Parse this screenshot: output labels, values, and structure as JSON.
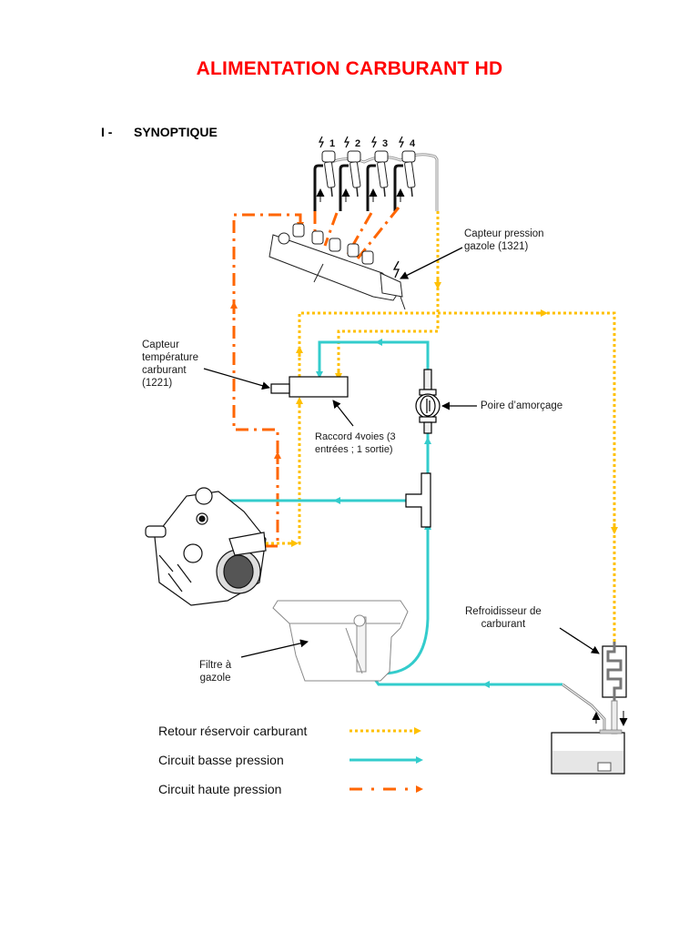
{
  "document": {
    "title": "ALIMENTATION CARBURANT HD",
    "section": {
      "number": "I -",
      "title": "SYNOPTIQUE"
    }
  },
  "colors": {
    "title": "#ff0000",
    "return_line": "#ffc000",
    "low_pressure": "#33cccc",
    "high_pressure": "#ff6600",
    "outline": "#000000"
  },
  "components": {
    "injectors": [
      {
        "number": "1",
        "icon": "lightning-icon"
      },
      {
        "number": "2",
        "icon": "lightning-icon"
      },
      {
        "number": "3",
        "icon": "lightning-icon"
      },
      {
        "number": "4",
        "icon": "lightning-icon"
      }
    ],
    "pressure_sensor": {
      "line1": "Capteur   pression",
      "line2": "gazole (1321)"
    },
    "temperature_sensor": {
      "line1": "Capteur",
      "line2": "température",
      "line3": "carburant",
      "line4": "(1221)"
    },
    "four_way_union": {
      "line1": "Raccord  4voies (3",
      "line2": "entrées ; 1 sortie)"
    },
    "priming_bulb": {
      "label": "Poire d’amorçage"
    },
    "fuel_cooler": {
      "line1": "Refroidisseur de",
      "line2": "carburant"
    },
    "fuel_filter": {
      "line1": "Filtre à",
      "line2": "gazole"
    }
  },
  "legend": [
    {
      "label": "Retour réservoir carburant",
      "style": "dotted",
      "color_key": "return_line"
    },
    {
      "label": "Circuit basse pression",
      "style": "solid",
      "color_key": "low_pressure"
    },
    {
      "label": "Circuit haute pression",
      "style": "dash-dot",
      "color_key": "high_pressure"
    }
  ]
}
